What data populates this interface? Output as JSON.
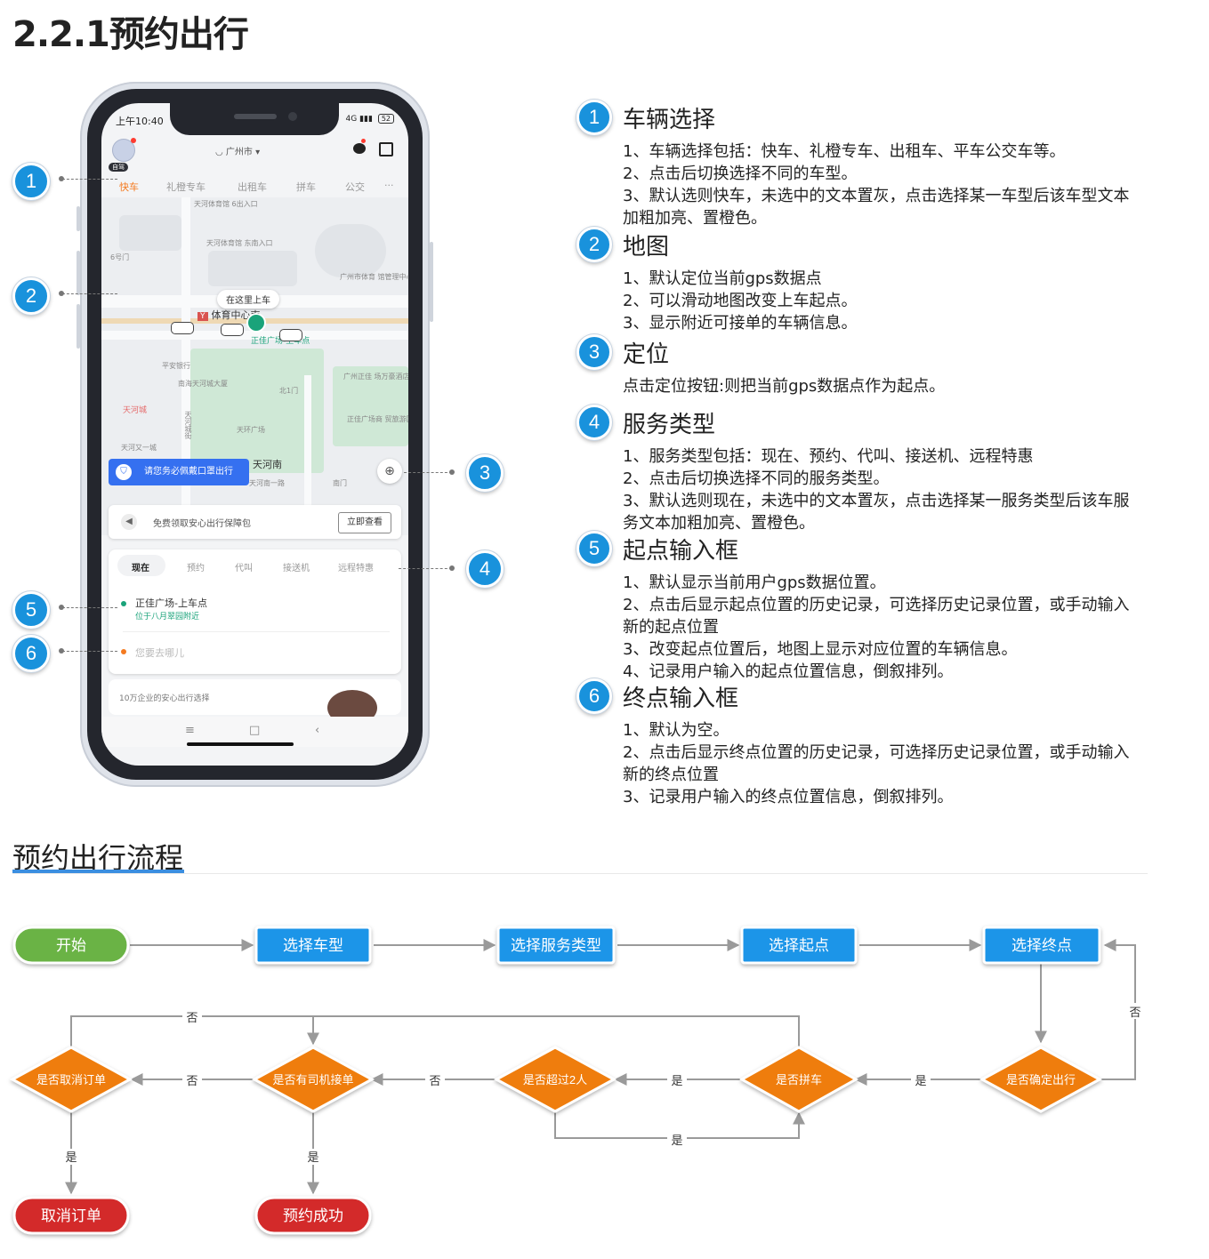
{
  "page": {
    "title": "2.2.1预约出行"
  },
  "phone": {
    "status_time": "上午10:40",
    "status_signal": "4G",
    "battery": "52",
    "avatar_tag": "自驾",
    "city": "广州市",
    "vehicle_tabs": [
      "快车",
      "礼橙专车",
      "出租车",
      "拼车",
      "公交",
      "···"
    ],
    "active_vehicle_tab": 0,
    "map": {
      "pickup_bubble": "在这里上车",
      "station_name": "体育中心南",
      "pickup_point_label": "正佳广场-上车点",
      "labels": {
        "tianhe_exit": "天河体育馆 6出入口",
        "tianhe_gate": "天河体育馆 东南入口",
        "gate6": "6号门",
        "stadium_office": "广州市体育 馆管理中心",
        "tianhecheng": "天河城",
        "tianhe_yi": "天河又一城",
        "pingan": "平安银行",
        "tianhe_building": "南海天河城大厦",
        "beiyi": "北1门",
        "zhengjia_plaza": "正佳广场商 贸旅游区",
        "hotel": "广州正佳 场万豪酒店",
        "tianhe_south": "天河南",
        "tianhe_south_road": "天河南一路",
        "south_gate": "南门",
        "tianhuan": "天环广场",
        "tianhe_road": "天河城街"
      }
    },
    "mask_banner": "请您务必佩戴口罩出行",
    "safety_text": "免费领取安心出行保障包",
    "safety_button": "立即查看",
    "service_tabs": [
      "现在",
      "预约",
      "代叫",
      "接送机",
      "远程特惠"
    ],
    "active_service_tab": 0,
    "start_title": "正佳广场-上车点",
    "start_sub": "位于八月翠园附近",
    "end_placeholder": "您要去哪儿",
    "promo_text": "10万企业的安心出行选择",
    "nav_icons": [
      "≡",
      "□",
      "‹"
    ]
  },
  "callouts": [
    "1",
    "2",
    "3",
    "4",
    "5",
    "6"
  ],
  "spec": [
    {
      "num": "1",
      "title": "车辆选择",
      "lines": [
        "1、车辆选择包括：快车、礼橙专车、出租车、平车公交车等。",
        "2、点击后切换选择不同的车型。",
        "3、默认选则快车，未选中的文本置灰，点击选择某一车型后该车型文本加粗加亮、置橙色。"
      ]
    },
    {
      "num": "2",
      "title": "地图",
      "lines": [
        "1、默认定位当前gps数据点",
        "2、可以滑动地图改变上车起点。",
        "3、显示附近可接单的车辆信息。"
      ]
    },
    {
      "num": "3",
      "title": "定位",
      "lines": [
        "点击定位按钮:则把当前gps数据点作为起点。"
      ]
    },
    {
      "num": "4",
      "title": "服务类型",
      "lines": [
        "1、服务类型包括：现在、预约、代叫、接送机、远程特惠",
        "2、点击后切换选择不同的服务类型。",
        "3、默认选则现在，未选中的文本置灰，点击选择某一服务类型后该车服务文本加粗加亮、置橙色。"
      ]
    },
    {
      "num": "5",
      "title": "起点输入框",
      "lines": [
        "1、默认显示当前用户gps数据位置。",
        "2、点击后显示起点位置的历史记录，可选择历史记录位置，或手动输入新的起点位置",
        "3、改变起点位置后，地图上显示对应位置的车辆信息。",
        "4、记录用户输入的起点位置信息，倒叙排列。"
      ]
    },
    {
      "num": "6",
      "title": "终点输入框",
      "lines": [
        "1、默认为空。",
        "2、点击后显示终点位置的历史记录，可选择历史记录位置，或手动输入新的终点位置",
        "3、记录用户输入的终点位置信息，倒叙排列。"
      ]
    }
  ],
  "flow": {
    "heading": "预约出行流程",
    "nodes": {
      "start": "开始",
      "select_car": "选择车型",
      "select_service": "选择服务类型",
      "select_start": "选择起点",
      "select_end": "选择终点",
      "confirm_trip": "是否确定出行",
      "carpool": "是否拼车",
      "over_two": "是否超过2人",
      "driver_accept": "是否有司机接单",
      "cancel_order_q": "是否取消订单",
      "cancel_order": "取消订单",
      "booking_success": "预约成功"
    },
    "edge_labels": {
      "yes": "是",
      "no": "否"
    },
    "colors": {
      "start": "#6ab344",
      "process": "#1b95e8",
      "decision": "#ef7d0a",
      "end": "#d32b2b",
      "arrow": "#9a9a9a"
    }
  }
}
